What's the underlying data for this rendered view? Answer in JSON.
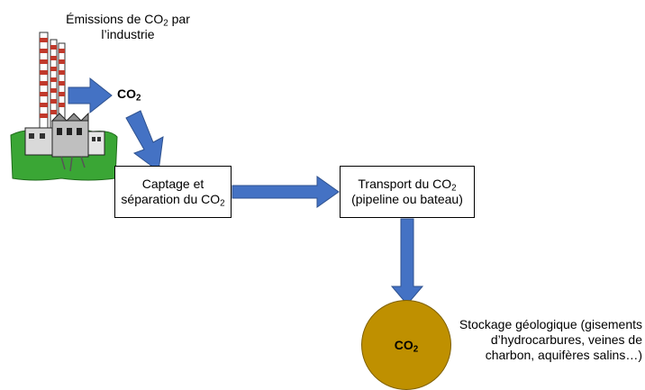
{
  "emissions": {
    "pre": "Émissions de CO",
    "sub": "2",
    "post": " par",
    "line2": "l’industrie"
  },
  "co2_top": {
    "main": "CO",
    "sub": "2"
  },
  "captage": {
    "line1": "Captage et",
    "line2_pre": "séparation du CO",
    "line2_sub": "2"
  },
  "transport": {
    "line1_pre": "Transport du CO",
    "line1_sub": "2",
    "line2": "(pipeline ou bateau)"
  },
  "storage_circle": {
    "main": "CO",
    "sub": "2"
  },
  "storage_text": {
    "line1": "Stockage géologique (gisements",
    "line2": "d’hydrocarbures, veines de",
    "line3": "charbon, aquifères salins…)"
  },
  "colors": {
    "arrow": "#4472c4",
    "arrow_stroke": "#2f528f",
    "circle": "#bf9000",
    "ground": "#3aa635"
  }
}
